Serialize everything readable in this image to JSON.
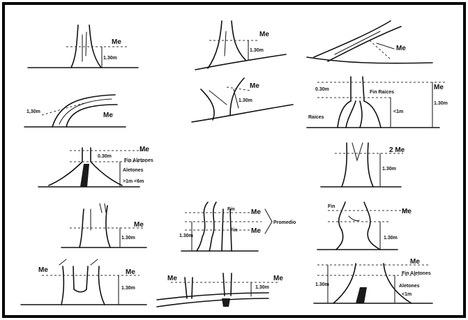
{
  "labels": {
    "me": "Me",
    "two_me": "2 Me",
    "h130": "1.30m",
    "h130_alt": "1,30m",
    "h030": "0.30m",
    "fin_raices": "Fin Raices",
    "raices": "Raices",
    "lt1m": "<1m",
    "fin_aletones": "Fin Aletones",
    "aletones": "Aletones",
    "range": ">1m <6m",
    "fin": "Fin",
    "promedio": "Promedio",
    "lt1m_b": "<1m"
  }
}
